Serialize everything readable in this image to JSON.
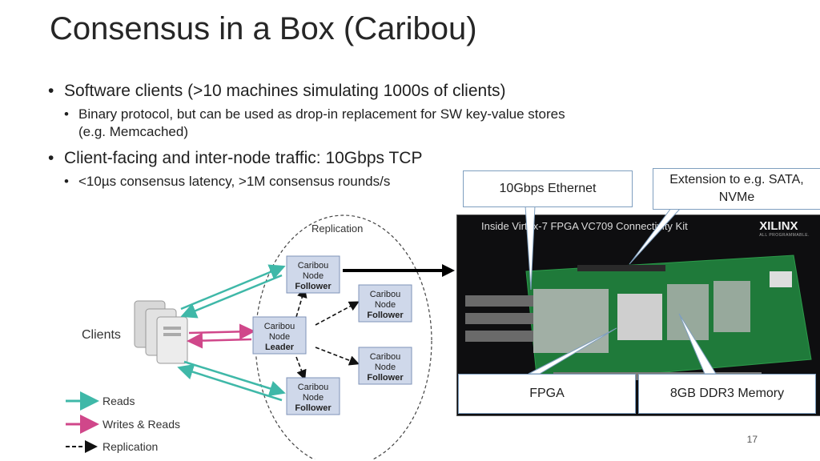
{
  "slide": {
    "title": "Consensus in a Box (Caribou)",
    "page_number": "17"
  },
  "bullets": [
    {
      "text": "Software clients (>10 machines simulating 1000s of clients)",
      "sub": [
        "Binary protocol, but can be used as drop-in replacement for SW key-value stores",
        "(e.g. Memcached)"
      ]
    },
    {
      "text": "Client-facing and inter-node traffic: 10Gbps TCP",
      "sub": [
        "<10µs consensus latency, >1M consensus rounds/s"
      ]
    }
  ],
  "diagram": {
    "replication_label": "Replication",
    "clients_label": "Clients",
    "nodes": [
      {
        "line1": "Caribou",
        "line2": "Node",
        "role": "Follower"
      },
      {
        "line1": "Caribou",
        "line2": "Node",
        "role": "Leader"
      },
      {
        "line1": "Caribou",
        "line2": "Node",
        "role": "Follower"
      },
      {
        "line1": "Caribou",
        "line2": "Node",
        "role": "Follower"
      },
      {
        "line1": "Caribou",
        "line2": "Node",
        "role": "Follower"
      }
    ],
    "legend": [
      {
        "label": "Reads",
        "color": "#3fb8a8"
      },
      {
        "label": "Writes & Reads",
        "color": "#d0478a"
      },
      {
        "label": "Replication",
        "color": "#111111"
      }
    ]
  },
  "photo": {
    "caption": "Inside Virtex-7 FPGA VC709 Connectivity Kit",
    "brand": "XILINX",
    "brand_sub": "ALL PROGRAMMABLE."
  },
  "callouts": {
    "ethernet": "10Gbps Ethernet",
    "extension_line1": "Extension to e.g. SATA,",
    "extension_line2": "NVMe",
    "fpga": "FPGA",
    "memory": "8GB DDR3 Memory"
  },
  "colors": {
    "reads": "#3fb8a8",
    "writes": "#d0478a",
    "node_fill": "#cfd8ea",
    "board": "#1f7a3a"
  }
}
